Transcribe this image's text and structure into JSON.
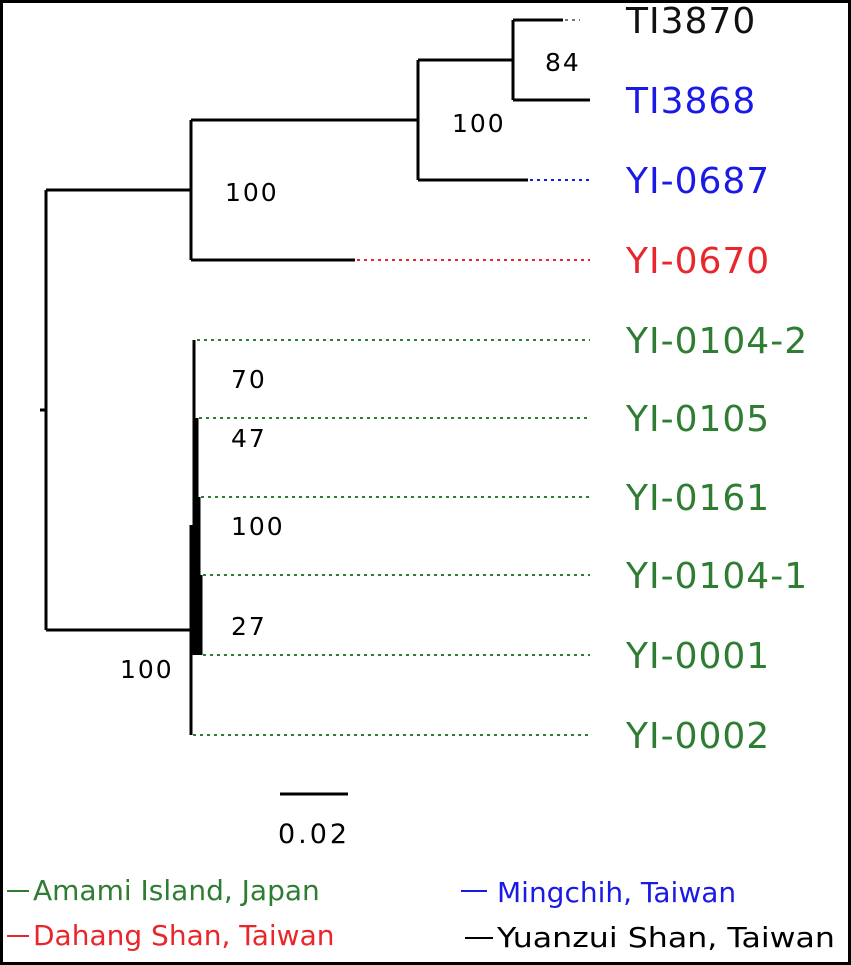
{
  "colors": {
    "amami": "#2e7d32",
    "dahang": "#e8262b",
    "mingchih": "#1a1ae6",
    "yuanzui": "#000000",
    "branch": "#000000",
    "dotted_gray": "#777777"
  },
  "taxa": [
    {
      "label": "TI3870",
      "color": "#111111"
    },
    {
      "label": "TI3868",
      "color": "#1a1ae6"
    },
    {
      "label": "YI-0687",
      "color": "#1a1ae6"
    },
    {
      "label": "YI-0670",
      "color": "#e8262b"
    },
    {
      "label": "YI-0104-2",
      "color": "#2e7d32"
    },
    {
      "label": "YI-0105",
      "color": "#2e7d32"
    },
    {
      "label": "YI-0161",
      "color": "#2e7d32"
    },
    {
      "label": "YI-0104-1",
      "color": "#2e7d32"
    },
    {
      "label": "YI-0001",
      "color": "#2e7d32"
    },
    {
      "label": "YI-0002",
      "color": "#2e7d32"
    }
  ],
  "support_values": {
    "ti3870_ti3868": "84",
    "ti_yi0687": "100",
    "upper_clade": "100",
    "amami_clade": "100",
    "yi0104_2": "70",
    "yi0105": "47",
    "yi0161": "100",
    "yi0104_1": "27"
  },
  "scale_bar": {
    "label": "0.02",
    "value": 0.02
  },
  "legend": [
    {
      "label": "Amami Island, Japan",
      "color": "#2e7d32"
    },
    {
      "label": "Dahang Shan, Taiwan",
      "color": "#e8262b"
    },
    {
      "label": "Mingchih, Taiwan",
      "color": "#1a1ae6"
    },
    {
      "label": "Yuanzui Shan, Taiwan",
      "color": "#000000"
    }
  ]
}
